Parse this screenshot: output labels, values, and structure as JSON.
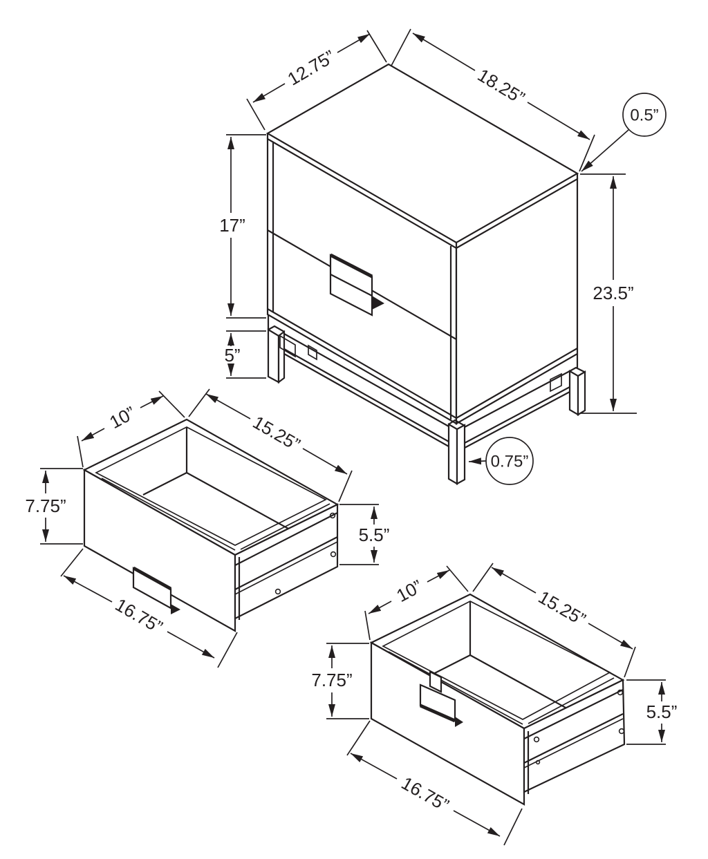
{
  "colors": {
    "line": "#231f20",
    "background": "#ffffff"
  },
  "nightstand": {
    "top_depth": "12.75”",
    "top_width": "18.25”",
    "top_thickness": "0.5”",
    "cabinet_height": "17”",
    "leg_height": "5”",
    "overall_height": "23.5”",
    "leg_thickness": "0.75”"
  },
  "drawer_left": {
    "depth": "10”",
    "width": "15.25”",
    "front_height": "7.75”",
    "box_height": "5.5”",
    "front_width": "16.75”"
  },
  "drawer_right": {
    "depth": "10”",
    "width": "15.25”",
    "front_height": "7.75”",
    "box_height": "5.5”",
    "front_width": "16.75”"
  }
}
